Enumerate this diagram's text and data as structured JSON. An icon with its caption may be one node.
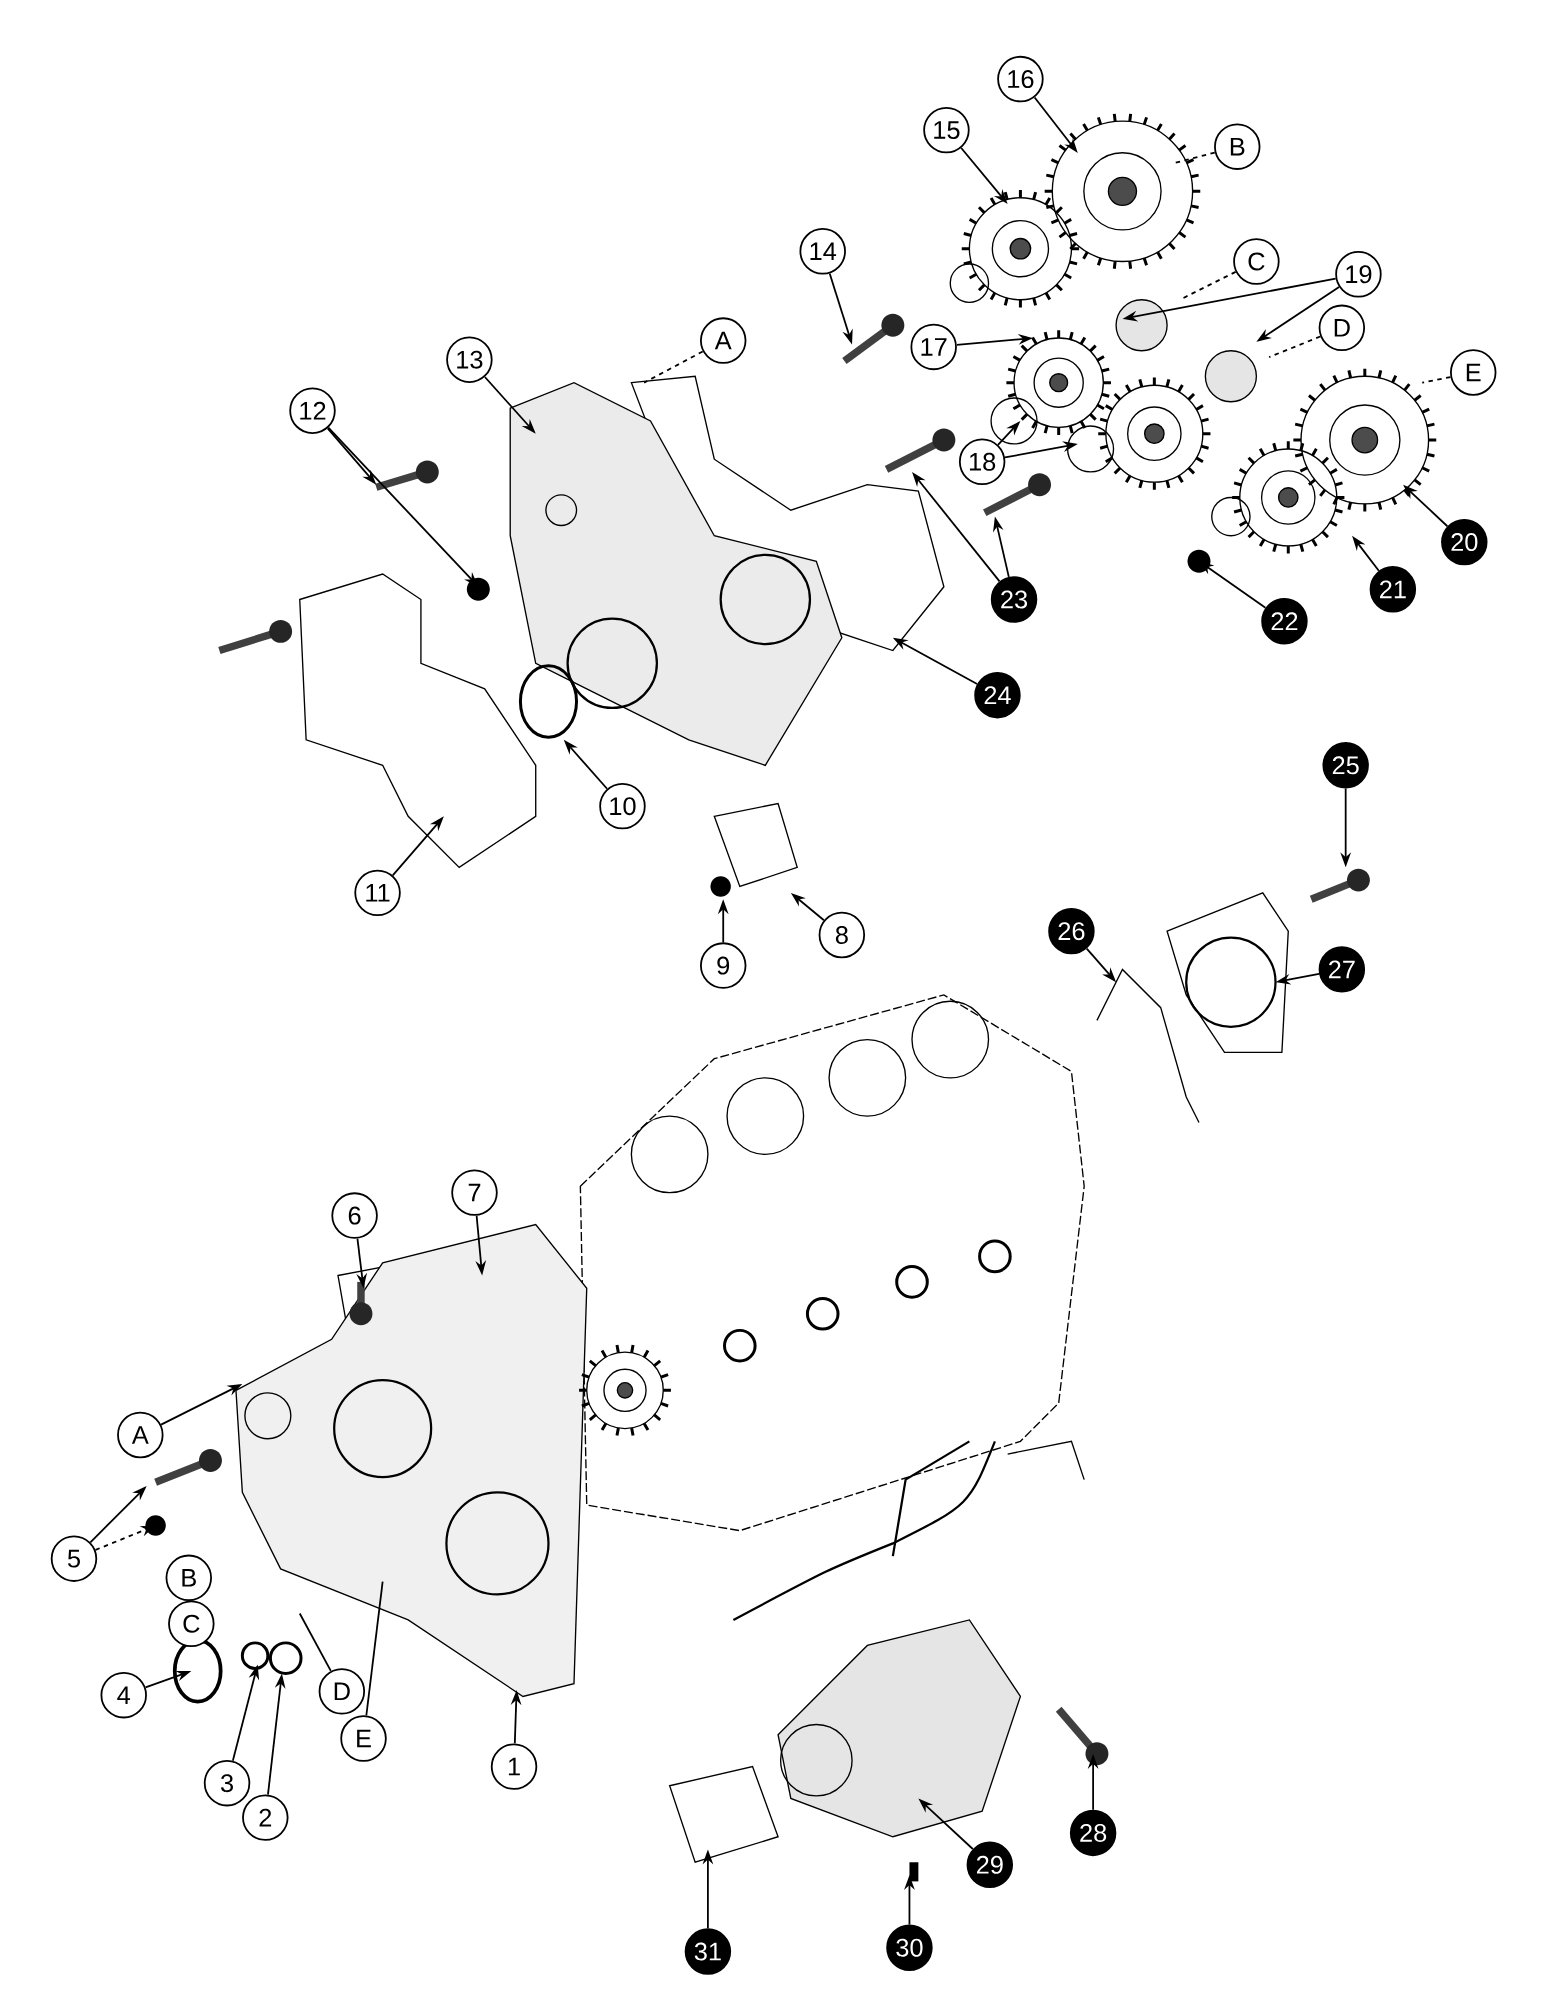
{
  "diagram": {
    "nodes": [
      {
        "text": [
          "16"
        ]
      },
      {
        "text": [
          "15"
        ]
      },
      {
        "text": [
          "B"
        ]
      },
      {
        "text": [
          "14"
        ]
      },
      {
        "text": [
          "C"
        ]
      },
      {
        "text": [
          "19"
        ]
      },
      {
        "text": [
          "17"
        ]
      },
      {
        "text": [
          "D"
        ]
      },
      {
        "text": [
          "E"
        ]
      },
      {
        "text": [
          "A"
        ]
      },
      {
        "text": [
          "13"
        ]
      },
      {
        "text": [
          "12"
        ]
      },
      {
        "text": [
          "18"
        ]
      },
      {
        "text": [
          "23"
        ]
      },
      {
        "text": [
          "20"
        ]
      },
      {
        "text": [
          "21"
        ]
      },
      {
        "text": [
          "22"
        ]
      },
      {
        "text": [
          "24"
        ]
      },
      {
        "text": [
          "10"
        ]
      },
      {
        "text": [
          "11"
        ]
      },
      {
        "text": [
          "8"
        ]
      },
      {
        "text": [
          "9"
        ]
      },
      {
        "text": [
          "25"
        ]
      },
      {
        "text": [
          "26"
        ]
      },
      {
        "text": [
          "27"
        ]
      },
      {
        "text": [
          "7"
        ]
      },
      {
        "text": [
          "6"
        ]
      },
      {
        "text": [
          "A"
        ]
      },
      {
        "text": [
          "5"
        ]
      },
      {
        "text": [
          "B"
        ]
      },
      {
        "text": [
          "C"
        ]
      },
      {
        "text": [
          "4"
        ]
      },
      {
        "text": [
          "D"
        ]
      },
      {
        "text": [
          "1"
        ]
      },
      {
        "text": [
          "E"
        ]
      },
      {
        "text": [
          "3"
        ]
      },
      {
        "text": [
          "2"
        ]
      },
      {
        "text": [
          "28"
        ]
      },
      {
        "text": [
          "29"
        ]
      },
      {
        "text": [
          "30"
        ]
      },
      {
        "text": [
          "31"
        ]
      }
    ],
    "edges": [
      {
        "from": 0,
        "to": null,
        "arrow": "to"
      },
      {
        "from": 1,
        "to": null,
        "arrow": "to"
      },
      {
        "from": 2,
        "to": null,
        "arrow": "none",
        "style": "dashed"
      },
      {
        "from": 3,
        "to": null,
        "arrow": "to"
      },
      {
        "from": 4,
        "to": null,
        "arrow": "none",
        "style": "dashed"
      },
      {
        "from": 5,
        "to": null,
        "arrow": "to"
      },
      {
        "from": 5,
        "to": null,
        "arrow": "to"
      },
      {
        "from": 6,
        "to": null,
        "arrow": "to"
      },
      {
        "from": 7,
        "to": null,
        "arrow": "none",
        "style": "dashed"
      },
      {
        "from": 8,
        "to": null,
        "arrow": "none",
        "style": "dashed"
      },
      {
        "from": 9,
        "to": null,
        "arrow": "none",
        "style": "dashed"
      },
      {
        "from": 10,
        "to": null,
        "arrow": "to"
      },
      {
        "from": 11,
        "to": null,
        "arrow": "to"
      },
      {
        "from": 11,
        "to": null,
        "arrow": "to"
      },
      {
        "from": 12,
        "to": null,
        "arrow": "to"
      },
      {
        "from": 12,
        "to": null,
        "arrow": "to"
      },
      {
        "from": 13,
        "to": null,
        "arrow": "to"
      },
      {
        "from": 13,
        "to": null,
        "arrow": "to"
      },
      {
        "from": 14,
        "to": null,
        "arrow": "to"
      },
      {
        "from": 15,
        "to": null,
        "arrow": "to"
      },
      {
        "from": 16,
        "to": null,
        "arrow": "to"
      },
      {
        "from": 17,
        "to": null,
        "arrow": "to"
      },
      {
        "from": 18,
        "to": null,
        "arrow": "to"
      },
      {
        "from": 19,
        "to": null,
        "arrow": "to"
      },
      {
        "from": 20,
        "to": null,
        "arrow": "to"
      },
      {
        "from": 21,
        "to": null,
        "arrow": "to"
      },
      {
        "from": 22,
        "to": null,
        "arrow": "to"
      },
      {
        "from": 23,
        "to": null,
        "arrow": "to"
      },
      {
        "from": 24,
        "to": null,
        "arrow": "to"
      },
      {
        "from": 25,
        "to": null,
        "arrow": "to"
      },
      {
        "from": 26,
        "to": null,
        "arrow": "to"
      },
      {
        "from": 27,
        "to": null,
        "arrow": "to"
      },
      {
        "from": 28,
        "to": null,
        "arrow": "to"
      },
      {
        "from": 28,
        "to": null,
        "arrow": "to",
        "style": "dashed"
      },
      {
        "from": 31,
        "to": null,
        "arrow": "to"
      },
      {
        "from": 32,
        "to": null,
        "arrow": "none"
      },
      {
        "from": 33,
        "to": null,
        "arrow": "to"
      },
      {
        "from": 34,
        "to": null,
        "arrow": "none"
      },
      {
        "from": 35,
        "to": null,
        "arrow": "to"
      },
      {
        "from": 36,
        "to": null,
        "arrow": "to"
      },
      {
        "from": 37,
        "to": null,
        "arrow": "to"
      },
      {
        "from": 38,
        "to": null,
        "arrow": "to"
      },
      {
        "from": 39,
        "to": null,
        "arrow": "to"
      },
      {
        "from": 40,
        "to": null,
        "arrow": "to"
      }
    ]
  }
}
